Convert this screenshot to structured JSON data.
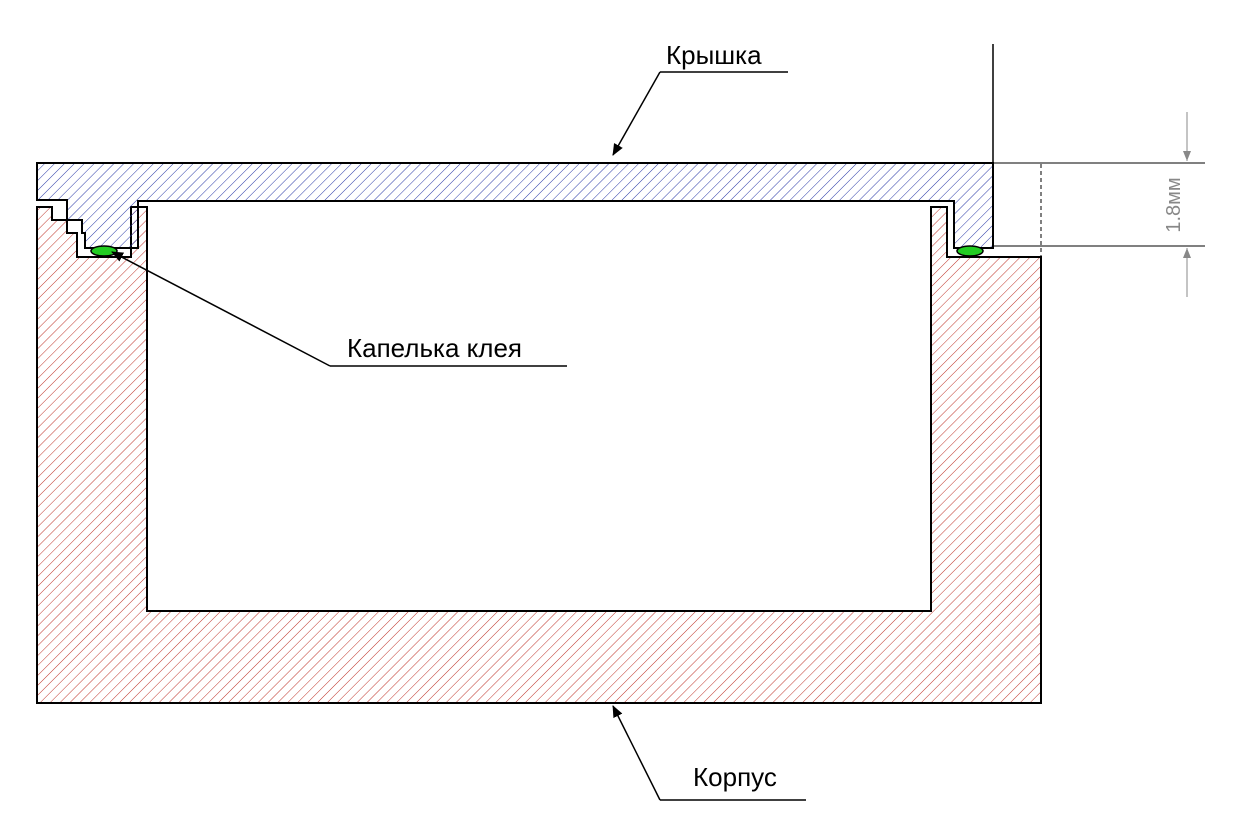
{
  "labels": {
    "lid": "Крышка",
    "glue": "Капелька клея",
    "body": "Корпус",
    "dimension": "1.8мм"
  },
  "colors": {
    "lid_hatch": "#2b3aa8",
    "body_hatch": "#c0352b",
    "glue_fill": "#22cc22",
    "outline": "#000000",
    "dimension": "#888888"
  }
}
